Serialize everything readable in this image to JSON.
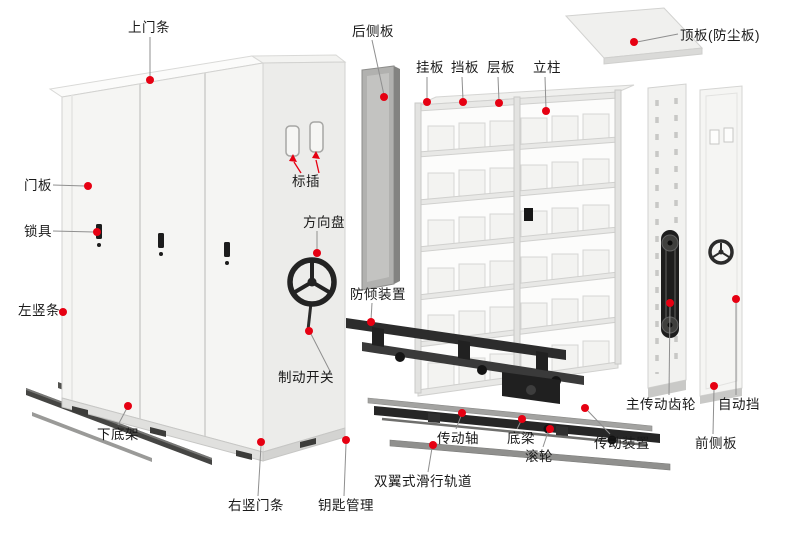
{
  "colors": {
    "accent_red": "#e60012",
    "label_ink": "#1a1a1a",
    "leader_line": "#8f8f8f"
  },
  "labels": [
    {
      "id": "top-door-strip",
      "text": "上门条"
    },
    {
      "id": "rear-side-panel",
      "text": "后侧板"
    },
    {
      "id": "top-plate",
      "text": "顶板(防尘板)"
    },
    {
      "id": "hanging-plate",
      "text": "挂板"
    },
    {
      "id": "baffle-plate",
      "text": "挡板"
    },
    {
      "id": "shelf-board",
      "text": "层板"
    },
    {
      "id": "upright-column",
      "text": "立柱"
    },
    {
      "id": "door-panel",
      "text": "门板"
    },
    {
      "id": "door-lock",
      "text": "锁具"
    },
    {
      "id": "label-insert",
      "text": "标插"
    },
    {
      "id": "hand-wheel",
      "text": "方向盘"
    },
    {
      "id": "left-vertical-strip",
      "text": "左竖条"
    },
    {
      "id": "anti-tilt-device",
      "text": "防倾装置"
    },
    {
      "id": "brake-switch",
      "text": "制动开关"
    },
    {
      "id": "bottom-frame",
      "text": "下底架"
    },
    {
      "id": "right-vertical-door-strip",
      "text": "右竖门条"
    },
    {
      "id": "key-management",
      "text": "钥匙管理"
    },
    {
      "id": "double-wing-sliding-track",
      "text": "双翼式滑行轨道"
    },
    {
      "id": "drive-shaft",
      "text": "传动轴"
    },
    {
      "id": "bottom-beam",
      "text": "底梁"
    },
    {
      "id": "roller",
      "text": "滚轮"
    },
    {
      "id": "transmission-device",
      "text": "传动装置"
    },
    {
      "id": "main-drive-gear",
      "text": "主传动齿轮"
    },
    {
      "id": "auto-stop",
      "text": "自动挡"
    },
    {
      "id": "front-side-panel",
      "text": "前侧板"
    }
  ]
}
